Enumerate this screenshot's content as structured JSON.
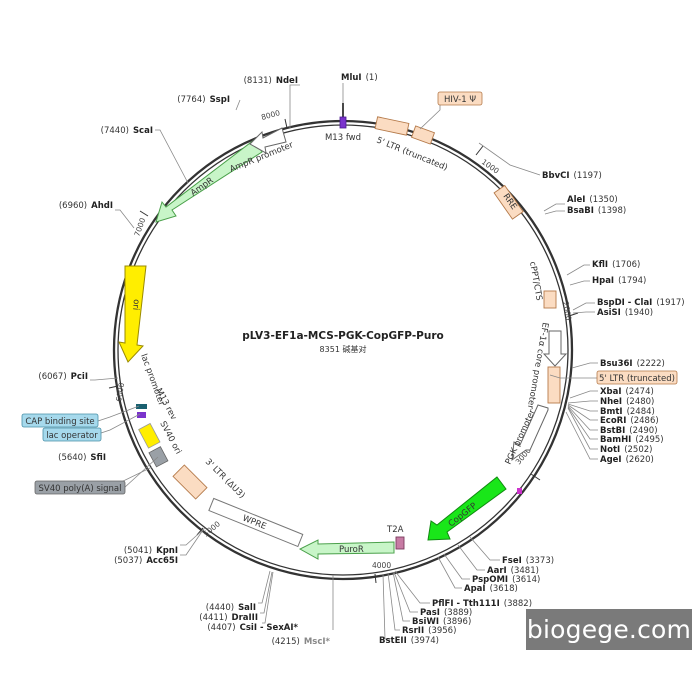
{
  "plasmid": {
    "name": "pLV3-EF1a-MCS-PGK-CopGFP-Puro",
    "length_label": "8351 碱基对",
    "total_bp": 8351
  },
  "ticks": [
    "1000",
    "2000",
    "3000",
    "4000",
    "5000",
    "6000",
    "7000",
    "8000"
  ],
  "sites_right": [
    {
      "name": "MluI",
      "pos": "(1)"
    },
    {
      "name": "BbvCI",
      "pos": "(1197)"
    },
    {
      "name": "AleI",
      "pos": "(1350)"
    },
    {
      "name": "BsaBI",
      "pos": "(1398)"
    },
    {
      "name": "KflI",
      "pos": "(1706)"
    },
    {
      "name": "HpaI",
      "pos": "(1794)"
    },
    {
      "name": "BspDI - ClaI",
      "pos": "(1917)"
    },
    {
      "name": "AsiSI",
      "pos": "(1940)"
    },
    {
      "name": "Bsu36I",
      "pos": "(2222)"
    },
    {
      "name": "XbaI",
      "pos": "(2474)"
    },
    {
      "name": "NheI",
      "pos": "(2480)"
    },
    {
      "name": "BmtI",
      "pos": "(2484)"
    },
    {
      "name": "EcoRI",
      "pos": "(2486)"
    },
    {
      "name": "BstBI",
      "pos": "(2490)"
    },
    {
      "name": "BamHI",
      "pos": "(2495)"
    },
    {
      "name": "NotI",
      "pos": "(2502)"
    },
    {
      "name": "AgeI",
      "pos": "(2620)"
    },
    {
      "name": "FseI",
      "pos": "(3373)"
    },
    {
      "name": "AarI",
      "pos": "(3481)"
    },
    {
      "name": "PspOMI",
      "pos": "(3614)"
    },
    {
      "name": "ApaI",
      "pos": "(3618)"
    },
    {
      "name": "PflFI - Tth111I",
      "pos": "(3882)"
    },
    {
      "name": "PasI",
      "pos": "(3889)"
    },
    {
      "name": "BsiWI",
      "pos": "(3896)"
    },
    {
      "name": "RsrII",
      "pos": "(3956)"
    },
    {
      "name": "BstEII",
      "pos": "(3974)"
    }
  ],
  "sites_left": [
    {
      "name": "NdeI",
      "pos": "(8131)"
    },
    {
      "name": "SspI",
      "pos": "(7764)"
    },
    {
      "name": "ScaI",
      "pos": "(7440)"
    },
    {
      "name": "AhdI",
      "pos": "(6960)"
    },
    {
      "name": "PciI",
      "pos": "(6067)"
    },
    {
      "name": "SfiI",
      "pos": "(5640)"
    },
    {
      "name": "KpnI",
      "pos": "(5041)"
    },
    {
      "name": "Acc65I",
      "pos": "(5037)"
    },
    {
      "name": "SalI",
      "pos": "(4440)"
    },
    {
      "name": "DraIII",
      "pos": "(4411)"
    },
    {
      "name": "CsiI - SexAI*",
      "pos": "(4407)"
    },
    {
      "name": "MscI*",
      "pos": "(4215)"
    }
  ],
  "features": {
    "m13_fwd": "M13 fwd",
    "ltr5": "5' LTR (truncated)",
    "rre": "RRE",
    "cppt": "cPPT/CTS",
    "ef1a": "EF-1α core promoter",
    "pgk": "PGK promoter",
    "copgfp": "CopGFP",
    "t2a": "T2A",
    "puror": "PuroR",
    "wpre": "WPRE",
    "ltr3": "3' LTR (ΔU3)",
    "sv40ori": "SV40 ori",
    "m13rev": "M13 rev",
    "lacprom": "lac promoter",
    "ori": "ori",
    "ampr": "AmpR",
    "amprprom": "AmpR promoter"
  },
  "callouts": {
    "hiv": "HIV-1 Ψ",
    "ltr5_box": "5' LTR (truncated)",
    "cap": "CAP binding site",
    "lacop": "lac operator",
    "sv40pa": "SV40 poly(A) signal"
  },
  "colors": {
    "backbone": "#333333",
    "peach": "#fbdcc2",
    "light_green": "#c8f5c8",
    "bright_green": "#19e619",
    "yellow": "#ffee00",
    "gray_feature": "#9aa0a6",
    "callout_blue": "#a6d9ec",
    "purple": "#7a33cc"
  },
  "watermark": "biogege.com"
}
